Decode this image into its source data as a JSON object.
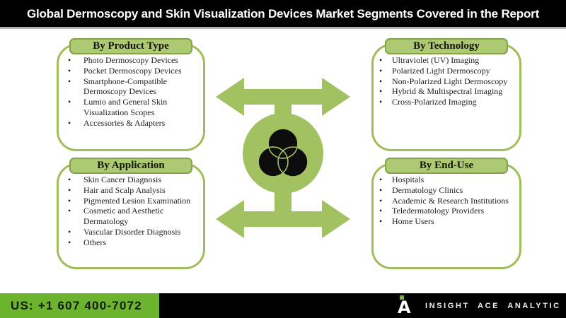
{
  "title": {
    "text": "Global Dermoscopy and Skin Visualization Devices Market Segments Covered in the Report"
  },
  "panels": {
    "product_type": {
      "header": "By Product Type",
      "items": [
        "Photo Dermoscopy Devices",
        "Pocket Dermoscopy Devices",
        "Smartphone-Compatible Dermoscopy Devices",
        "Lumio and General Skin Visualization Scopes",
        "Accessories & Adapters"
      ]
    },
    "technology": {
      "header": "By Technology",
      "items": [
        "Ultraviolet (UV) Imaging",
        "Polarized Light Dermoscopy",
        "Non-Polarized Light Dermoscopy",
        "Hybrid & Multispectral Imaging",
        "Cross-Polarized Imaging"
      ]
    },
    "application": {
      "header": "By Application",
      "items": [
        "Skin Cancer Diagnosis",
        "Hair and Scalp Analysis",
        "Pigmented Lesion Examination",
        "Cosmetic and Aesthetic Dermatology",
        "Vascular Disorder Diagnosis",
        "Others"
      ]
    },
    "end_use": {
      "header": "By End-Use",
      "items": [
        "Hospitals",
        "Dermatology Clinics",
        "Academic & Research Institutions",
        "Teledermatology Providers",
        "Home Users"
      ]
    }
  },
  "center": {
    "icon": "venn-diagram"
  },
  "footer": {
    "phone": "US: +1 607 400-7072",
    "brand": "INSIGHT ACE ANALYTIC",
    "logo_letter": "A"
  },
  "colors": {
    "accent_green": "#a2c161",
    "panel_border_green": "#9dbe58",
    "band_fill_green": "#adc972",
    "band_border_green": "#85a348",
    "footer_green": "#6cb32e",
    "title_bg": "#000000",
    "title_text": "#ffffff",
    "venn_black": "#0d0d0d"
  }
}
